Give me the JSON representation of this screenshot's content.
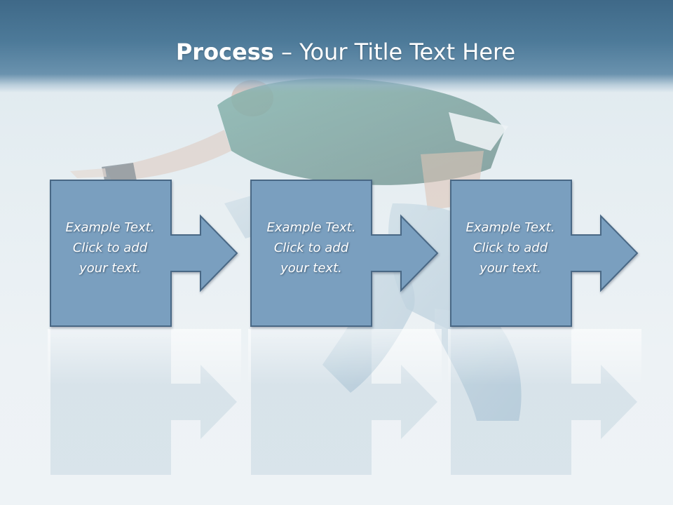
{
  "title": {
    "bold": "Process",
    "rest": " – Your Title Text Here"
  },
  "steps": [
    {
      "lines": [
        "Example Text.",
        "Click  to add",
        "your text."
      ]
    },
    {
      "lines": [
        "Example Text.",
        "Click  to add",
        "your text."
      ]
    },
    {
      "lines": [
        "Example Text.",
        "Click  to add",
        "your text."
      ]
    }
  ],
  "colors": {
    "header": "#4d7a99",
    "box_fill": "#7a9fbf",
    "box_border": "#4a6885",
    "background": "#e6eef2"
  }
}
